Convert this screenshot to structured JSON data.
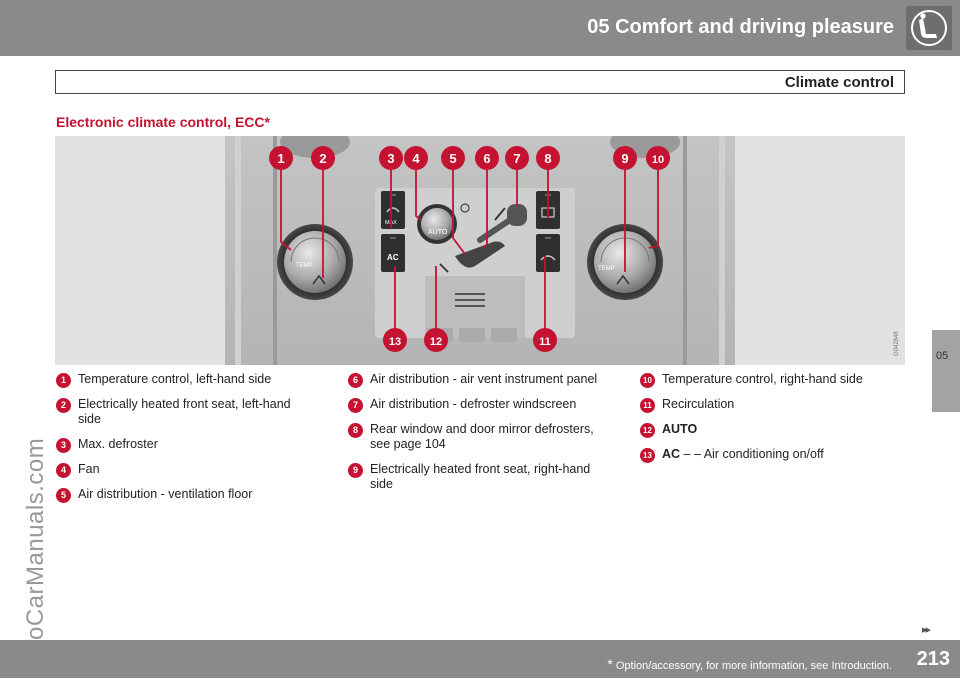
{
  "header": {
    "chapter": "05 Comfort and driving pleasure",
    "chapter_icon": "seat-icon",
    "section": "Climate control"
  },
  "subheading": "Electronic climate control, ECC*",
  "side_tab": "05",
  "watermark": "ProCarManuals.com",
  "figure": {
    "labels": {
      "auto": "AUTO",
      "ac": "AC",
      "max": "MAX",
      "temp_left": "TEMP",
      "temp_right": "TEMP",
      "code": "G042848"
    },
    "callouts": [
      "1",
      "2",
      "3",
      "4",
      "5",
      "6",
      "7",
      "8",
      "9",
      "10",
      "11",
      "12",
      "13"
    ]
  },
  "legend": {
    "col1": [
      {
        "num": "1",
        "text": "Temperature control, left-hand side"
      },
      {
        "num": "2",
        "text": "Electrically heated front seat, left-hand side"
      },
      {
        "num": "3",
        "text": "Max. defroster"
      },
      {
        "num": "4",
        "text": "Fan"
      },
      {
        "num": "5",
        "text": "Air distribution - ventilation floor"
      }
    ],
    "col2": [
      {
        "num": "6",
        "text": "Air distribution - air vent instrument panel"
      },
      {
        "num": "7",
        "text": "Air distribution - defroster windscreen"
      },
      {
        "num": "8",
        "text": "Rear window and door mirror defrosters, see page 104"
      },
      {
        "num": "9",
        "text": "Electrically heated front seat, right-hand side"
      }
    ],
    "col3": [
      {
        "num": "10",
        "text": "Temperature control, right-hand side"
      },
      {
        "num": "11",
        "text": "Recirculation"
      },
      {
        "num": "12",
        "bold": "AUTO",
        "text": ""
      },
      {
        "num": "13",
        "bold": "AC",
        "text": " – – Air conditioning on/off"
      }
    ]
  },
  "next_arrow": "▸▸",
  "footer": {
    "star": "*",
    "footnote": " Option/accessory, for more information, see Introduction.",
    "page": "213"
  },
  "colors": {
    "accent": "#c41230",
    "bar": "#8a8a8a"
  }
}
